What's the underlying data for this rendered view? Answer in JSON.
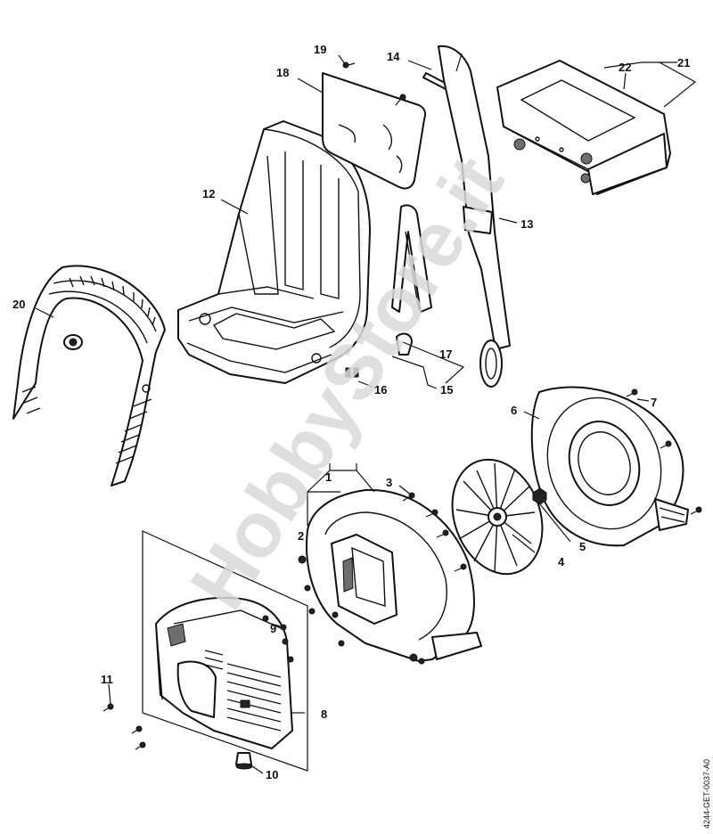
{
  "watermark": "HobbyStore.it",
  "drawing_code": "4244-GET-0037-A0",
  "parts": {
    "p1": "1",
    "p2": "2",
    "p3": "3",
    "p4": "4",
    "p5": "5",
    "p6": "6",
    "p7": "7",
    "p8": "8",
    "p9": "9",
    "p10": "10",
    "p11": "11",
    "p12": "12",
    "p13": "13",
    "p14": "14",
    "p15": "15",
    "p16": "16",
    "p17": "17",
    "p18": "18",
    "p19": "19",
    "p20": "20",
    "p21": "21",
    "p22": "22"
  }
}
